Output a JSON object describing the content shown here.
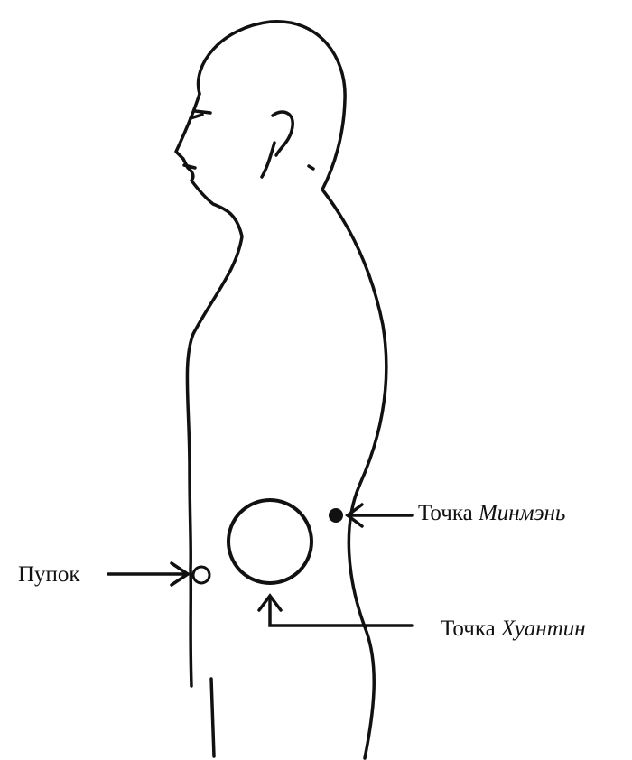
{
  "labels": {
    "navel": "Пупок",
    "mingmen": {
      "prefix": "Точка",
      "name": "Минмэнь"
    },
    "huangting": {
      "prefix": "Точка",
      "name": "Хуантин"
    }
  },
  "colors": {
    "ink": "#111111",
    "background": "#ffffff"
  }
}
